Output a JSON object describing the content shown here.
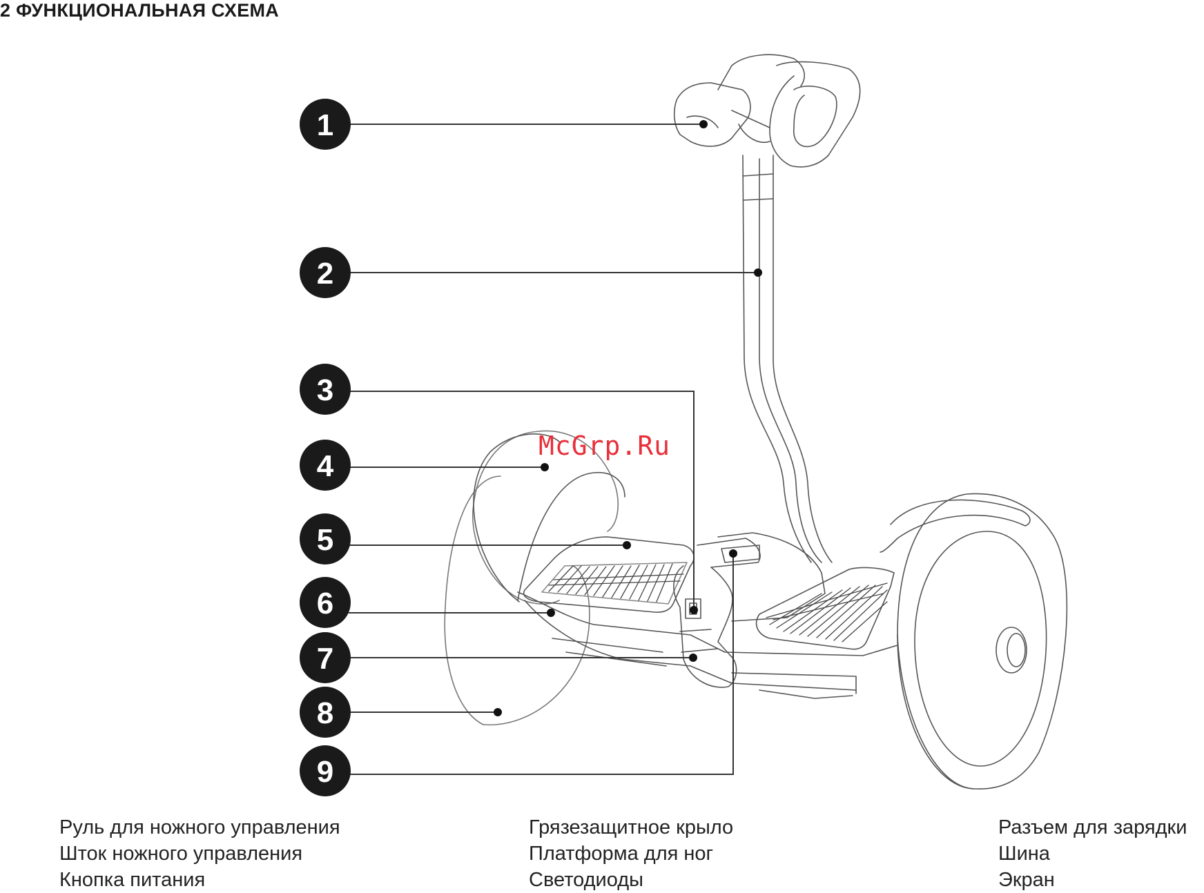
{
  "title": "2 ФУНКЦИОНАЛЬНАЯ СХЕМА",
  "watermark": "McGrp.Ru",
  "callouts": [
    "1",
    "2",
    "3",
    "4",
    "5",
    "6",
    "7",
    "8",
    "9"
  ],
  "legend": {
    "col1": [
      "Руль для ножного управления",
      "Шток ножного управления",
      "Кнопка питания"
    ],
    "col2": [
      "Грязезащитное крыло",
      "Платформа для ног",
      "Светодиоды"
    ],
    "col3": [
      "Разъем для зарядки",
      "Шина",
      "Экран"
    ]
  },
  "colors": {
    "badge": "#1a1a1a",
    "line": "#333333",
    "watermark": "#e8303a"
  }
}
